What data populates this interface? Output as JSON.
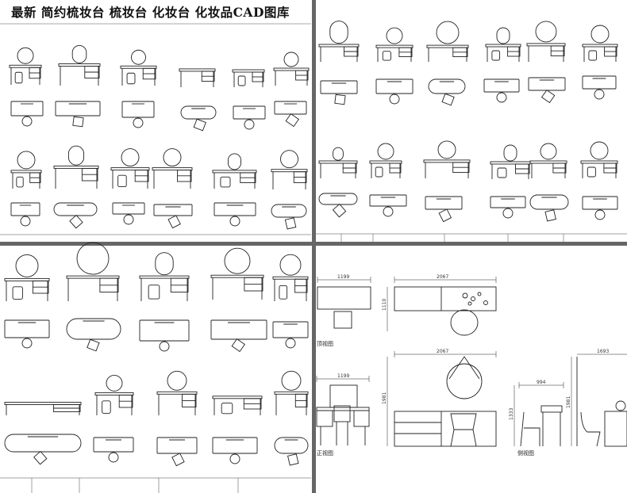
{
  "title": "最新 简约梳妆台 梳妆台 化妆台 化妆品CAD图库",
  "colors": {
    "line": "#222222",
    "divider": "#555555",
    "dim": "#333333"
  },
  "dimensions": {
    "top_left_width": "1199",
    "top_right_width": "2067",
    "top_depth": "1110",
    "front_left_width": "1199",
    "front_mid_width": "2067",
    "front_height": "1981",
    "side_width": "994",
    "side_height": "1333",
    "side_right_width": "1693",
    "side_right_height": "1981"
  },
  "labels": {
    "top_view": "顶视图",
    "front_view": "正视图",
    "side_view": "侧视图"
  }
}
